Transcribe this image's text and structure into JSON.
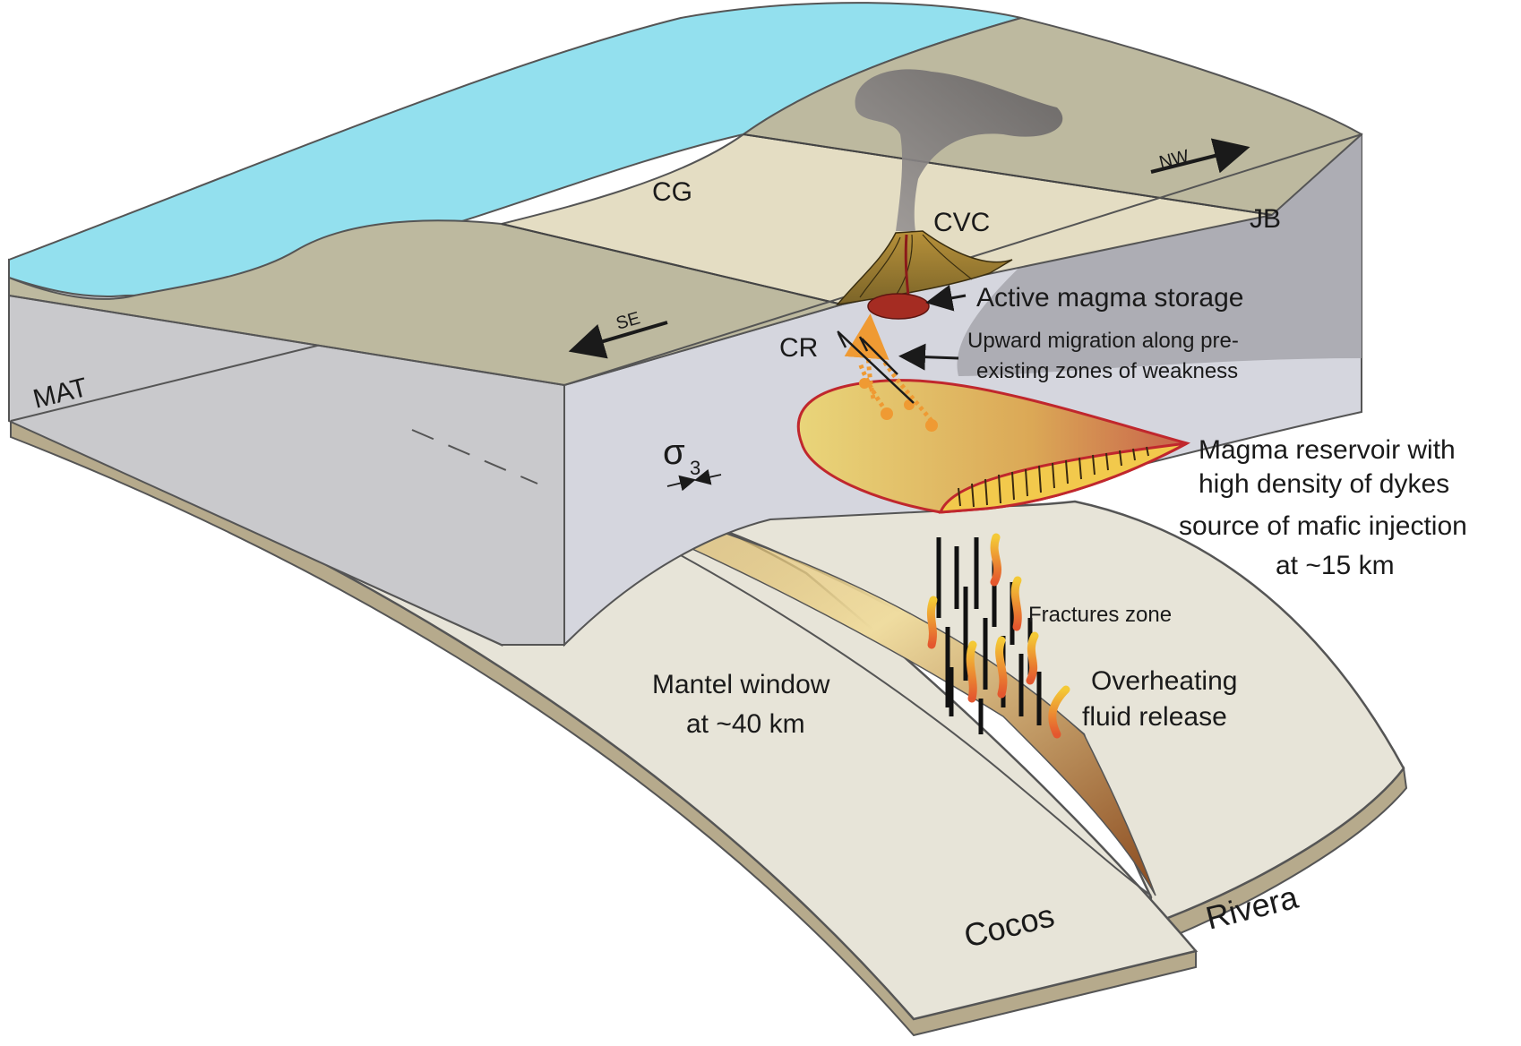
{
  "labels": {
    "cg": "CG",
    "cvc": "CVC",
    "jb": "JB",
    "nw": "NW",
    "se": "SE",
    "mat": "MAT",
    "cr": "CR",
    "sigma": "σ",
    "sigma_sub": "3",
    "active_magma": "Active magma storage",
    "upward_1": "Upward migration along pre-",
    "upward_2": "existing zones of weakness",
    "reservoir_1": "Magma reservoir with",
    "reservoir_2": "high density of dykes",
    "reservoir_3": "source of mafic injection",
    "reservoir_4": "at ~15 km",
    "fractures": "Fractures zone",
    "overheating_1": "Overheating",
    "overheating_2": "fluid release",
    "mantel_1": "Mantel window",
    "mantel_2": "at ~40 km",
    "cocos": "Cocos",
    "rivera": "Rivera"
  },
  "colors": {
    "sea": "#93e0ee",
    "graben_floor": "#e4ddc3",
    "shoulder": "#bdb99f",
    "crust_side": "#d4d5de",
    "crust_shadow": "#a6a6ad",
    "slab_face": "#e7e4d8",
    "slab_edge": "#b6aa8c",
    "reservoir_fill": "#dcb55c",
    "reservoir_edge": "#c0272d",
    "plume": "#6f6c6c",
    "outline": "#555555"
  }
}
